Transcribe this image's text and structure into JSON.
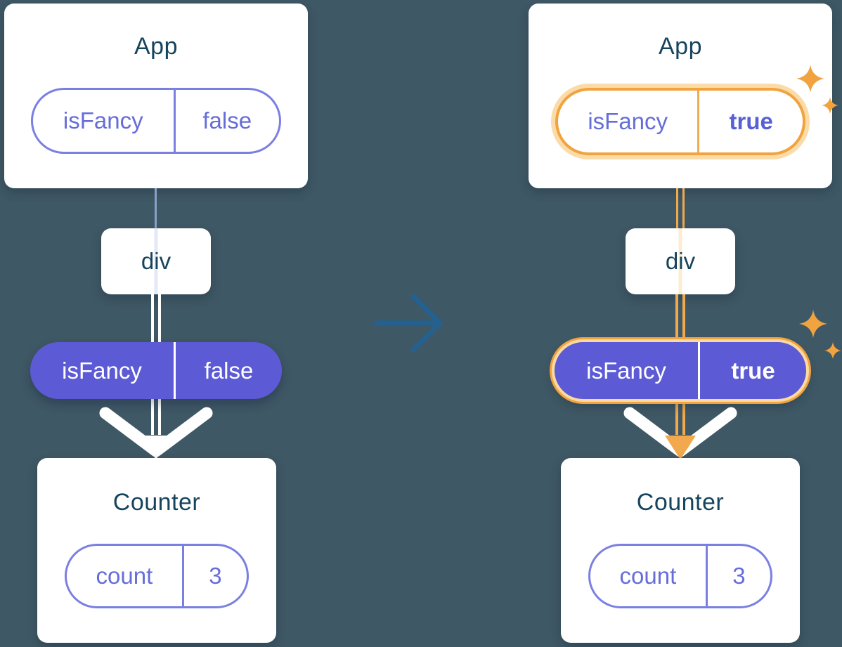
{
  "colors": {
    "background": "#3f5865",
    "card": "#ffffff",
    "heading_text": "#16445c",
    "purple_text": "#666dd9",
    "pill_border": "#7a7fe2",
    "filled_pill": "#5c5bd5",
    "highlight_orange": "#f1a33f",
    "highlight_halo": "#fbdca8",
    "flow_white": "#ffffff",
    "transition_arrow": "#25618e"
  },
  "before": {
    "app": {
      "title": "App",
      "state_pill": {
        "label": "isFancy",
        "value": "false"
      }
    },
    "div_node": {
      "label": "div"
    },
    "prop_pill": {
      "label": "isFancy",
      "value": "false"
    },
    "counter": {
      "title": "Counter",
      "state_pill": {
        "label": "count",
        "value": "3"
      }
    }
  },
  "after": {
    "app": {
      "title": "App",
      "state_pill": {
        "label": "isFancy",
        "value": "true"
      }
    },
    "div_node": {
      "label": "div"
    },
    "prop_pill": {
      "label": "isFancy",
      "value": "true"
    },
    "counter": {
      "title": "Counter",
      "state_pill": {
        "label": "count",
        "value": "3"
      }
    }
  },
  "icons": {
    "sparkle": "four-point-star",
    "transition_arrow": "right-arrow",
    "render_arrow": "down-arrow"
  }
}
